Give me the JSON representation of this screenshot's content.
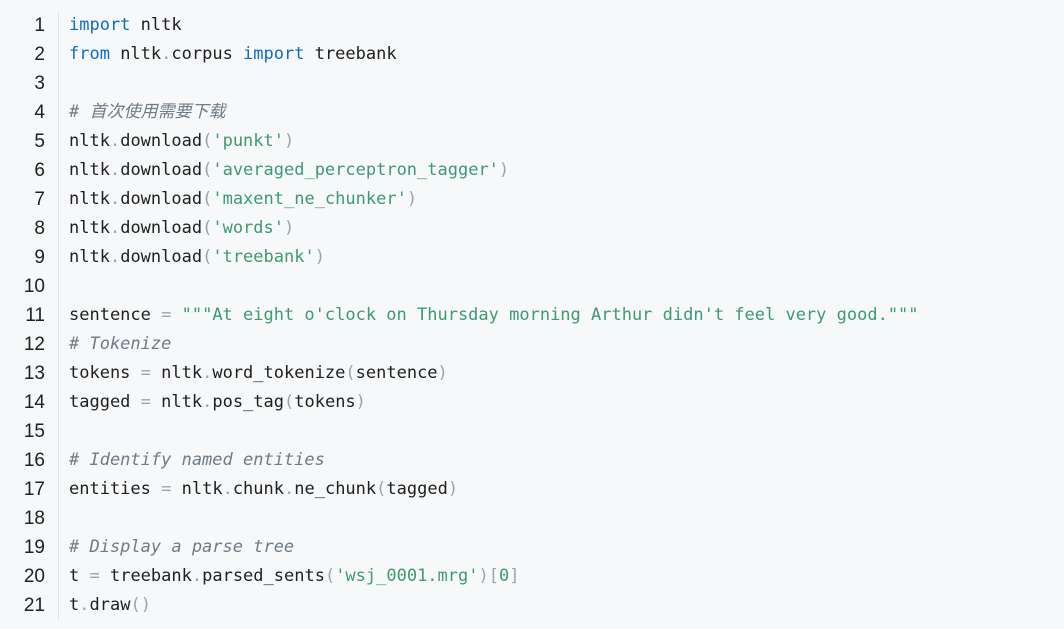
{
  "line_numbers": [
    "1",
    "2",
    "3",
    "4",
    "5",
    "6",
    "7",
    "8",
    "9",
    "10",
    "11",
    "12",
    "13",
    "14",
    "15",
    "16",
    "17",
    "18",
    "19",
    "20",
    "21"
  ],
  "code": {
    "l1": {
      "kw": "import",
      "rest": " nltk"
    },
    "l2": {
      "kw1": "from",
      "mod1": " nltk",
      "dot": ".",
      "mod2": "corpus ",
      "kw2": "import",
      "rest": " treebank"
    },
    "l4": {
      "comment": "# 首次使用需要下载"
    },
    "l5": {
      "obj": "nltk",
      "dot": ".",
      "fn": "download",
      "open": "(",
      "arg": "'punkt'",
      "close": ")"
    },
    "l6": {
      "obj": "nltk",
      "dot": ".",
      "fn": "download",
      "open": "(",
      "arg": "'averaged_perceptron_tagger'",
      "close": ")"
    },
    "l7": {
      "obj": "nltk",
      "dot": ".",
      "fn": "download",
      "open": "(",
      "arg": "'maxent_ne_chunker'",
      "close": ")"
    },
    "l8": {
      "obj": "nltk",
      "dot": ".",
      "fn": "download",
      "open": "(",
      "arg": "'words'",
      "close": ")"
    },
    "l9": {
      "obj": "nltk",
      "dot": ".",
      "fn": "download",
      "open": "(",
      "arg": "'treebank'",
      "close": ")"
    },
    "l11": {
      "var": "sentence ",
      "eq": "=",
      "str": " \"\"\"At eight o'clock on Thursday morning Arthur didn't feel very good.\"\"\""
    },
    "l12": {
      "comment": "# Tokenize"
    },
    "l13": {
      "var": "tokens ",
      "eq": "=",
      "obj": " nltk",
      "dot": ".",
      "fn": "word_tokenize",
      "open": "(",
      "arg": "sentence",
      "close": ")"
    },
    "l14": {
      "var": "tagged ",
      "eq": "=",
      "obj": " nltk",
      "dot": ".",
      "fn": "pos_tag",
      "open": "(",
      "arg": "tokens",
      "close": ")"
    },
    "l16": {
      "comment": "# Identify named entities"
    },
    "l17": {
      "var": "entities ",
      "eq": "=",
      "obj": " nltk",
      "dot1": ".",
      "mid": "chunk",
      "dot2": ".",
      "fn": "ne_chunk",
      "open": "(",
      "arg": "tagged",
      "close": ")"
    },
    "l19": {
      "comment": "# Display a parse tree"
    },
    "l20": {
      "var": "t ",
      "eq": "=",
      "obj": " treebank",
      "dot": ".",
      "fn": "parsed_sents",
      "open": "(",
      "arg": "'wsj_0001.mrg'",
      "close": ")",
      "idx_open": "[",
      "idx": "0",
      "idx_close": "]"
    },
    "l21": {
      "obj": "t",
      "dot": ".",
      "fn": "draw",
      "parens": "()"
    }
  }
}
